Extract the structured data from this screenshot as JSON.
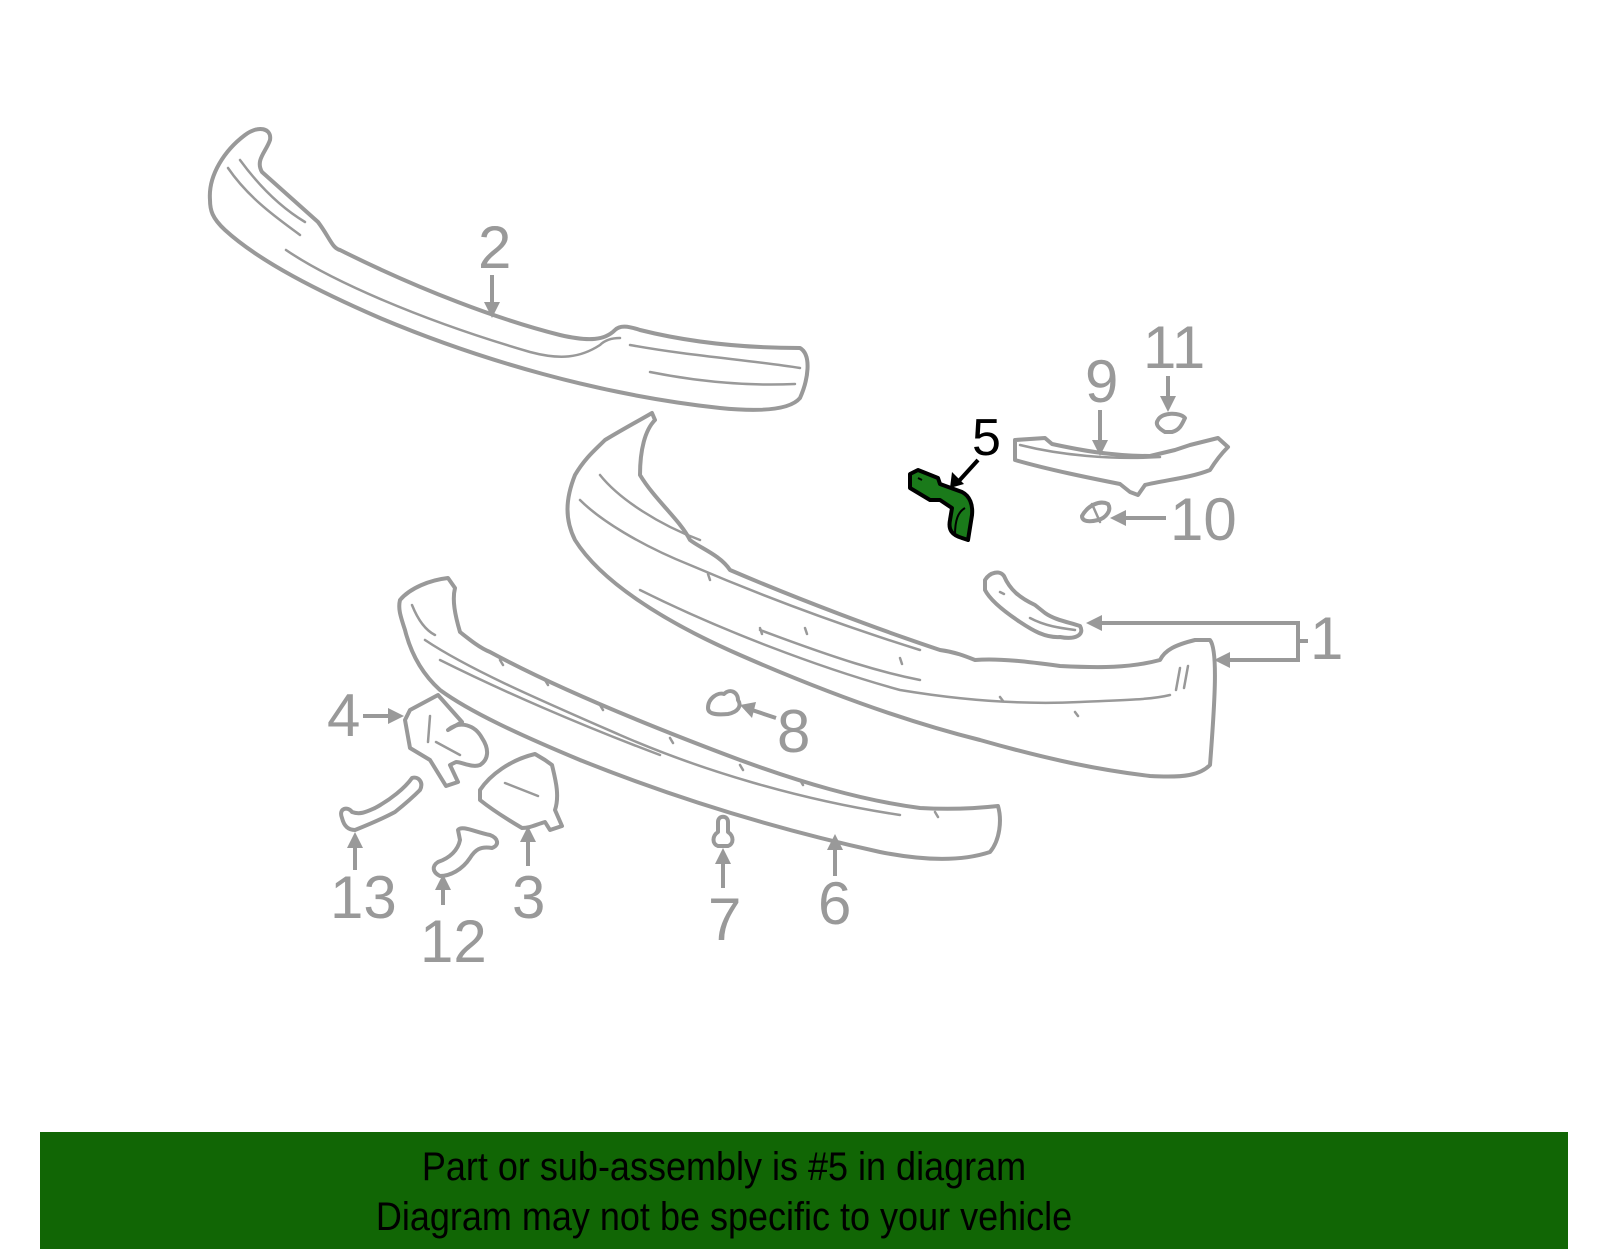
{
  "diagram": {
    "highlighted_part": "5",
    "highlight_color": "#1a7a1a",
    "line_color": "#999999",
    "callouts": [
      {
        "id": "1",
        "label": "1"
      },
      {
        "id": "2",
        "label": "2"
      },
      {
        "id": "3",
        "label": "3"
      },
      {
        "id": "4",
        "label": "4"
      },
      {
        "id": "5",
        "label": "5"
      },
      {
        "id": "6",
        "label": "6"
      },
      {
        "id": "7",
        "label": "7"
      },
      {
        "id": "8",
        "label": "8"
      },
      {
        "id": "9",
        "label": "9"
      },
      {
        "id": "10",
        "label": "10"
      },
      {
        "id": "11",
        "label": "11"
      },
      {
        "id": "12",
        "label": "12"
      },
      {
        "id": "13",
        "label": "13"
      }
    ]
  },
  "banner": {
    "background_color": "#116605",
    "line1": "Part or sub-assembly is #5 in diagram",
    "line2": "Diagram may not be specific to your vehicle"
  }
}
